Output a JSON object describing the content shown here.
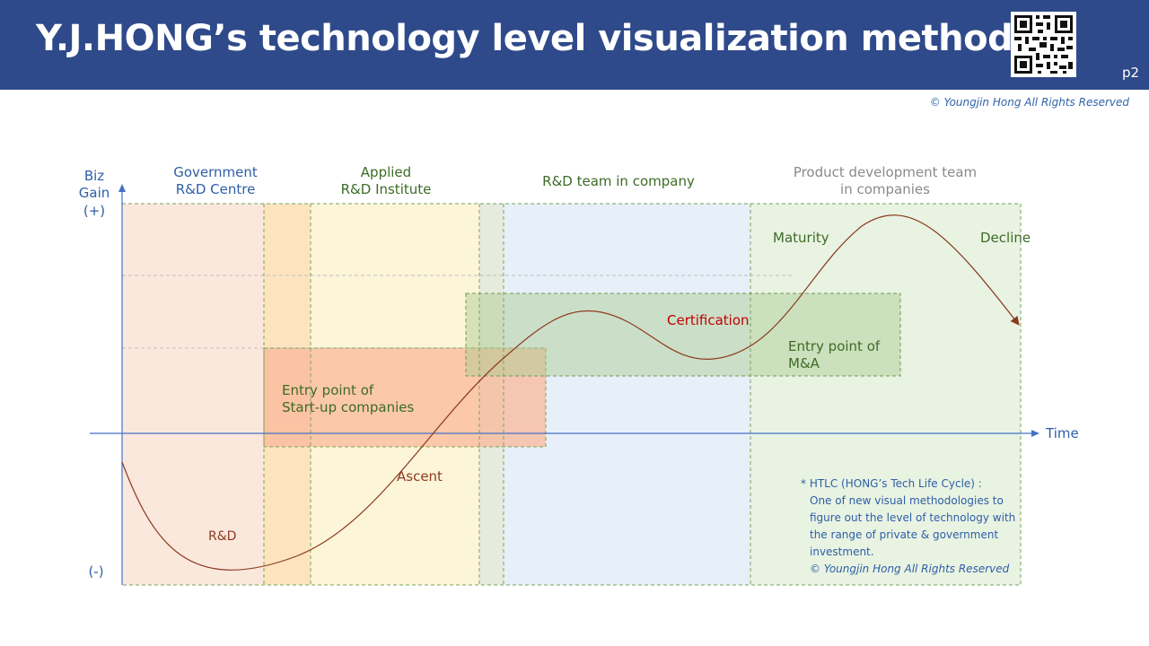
{
  "header": {
    "title": "Y.J.HONG’s technology level visualization method",
    "page": "p2",
    "copyright": "© Youngjin Hong All Rights Reserved"
  },
  "axes": {
    "y_label": [
      "Biz",
      "Gain",
      "(+)"
    ],
    "y_min_label": "(-)",
    "x_label": "Time"
  },
  "sections": [
    {
      "id": "gov",
      "lines": [
        "Government",
        "R&D Centre"
      ],
      "color": "#fbe8dd",
      "text_color": "#2f5ea7"
    },
    {
      "id": "applied",
      "lines": [
        "Applied",
        "R&D Institute"
      ],
      "color": "#fdf5d8",
      "text_color": "#3d6b27"
    },
    {
      "id": "company",
      "lines": [
        "R&D team in company"
      ],
      "color": "#e7eff8",
      "text_color": "#3d6b27"
    },
    {
      "id": "product",
      "lines": [
        "Product development team",
        "in companies"
      ],
      "color": "#e8f3e2",
      "text_color": "#8a8a8a"
    }
  ],
  "entry_points": {
    "startup": [
      "Entry point of",
      "Start-up companies"
    ],
    "mna": [
      "Entry point of",
      "M&A"
    ]
  },
  "stages": {
    "rnd": "R&D",
    "ascent": "Ascent",
    "certification": "Certification",
    "maturity": "Maturity",
    "decline": "Decline"
  },
  "colors": {
    "header_bg": "#2f4a8a",
    "curve": "#8b3a1e",
    "axis": "#4472c4",
    "startup_box": "#f9b89a",
    "mna_box": "#b9d5a6",
    "certification_text": "#c00000",
    "stage_text": "#8b3a1e"
  },
  "note": {
    "line1": "* HTLC (HONG’s  Tech Life Cycle) :",
    "line2": "One of new visual methodologies  to",
    "line3": "figure out the level of technology  with",
    "line4": "the range of private & government",
    "line5": "investment.",
    "line6": "© Youngjin Hong  All Rights  Reserved"
  }
}
